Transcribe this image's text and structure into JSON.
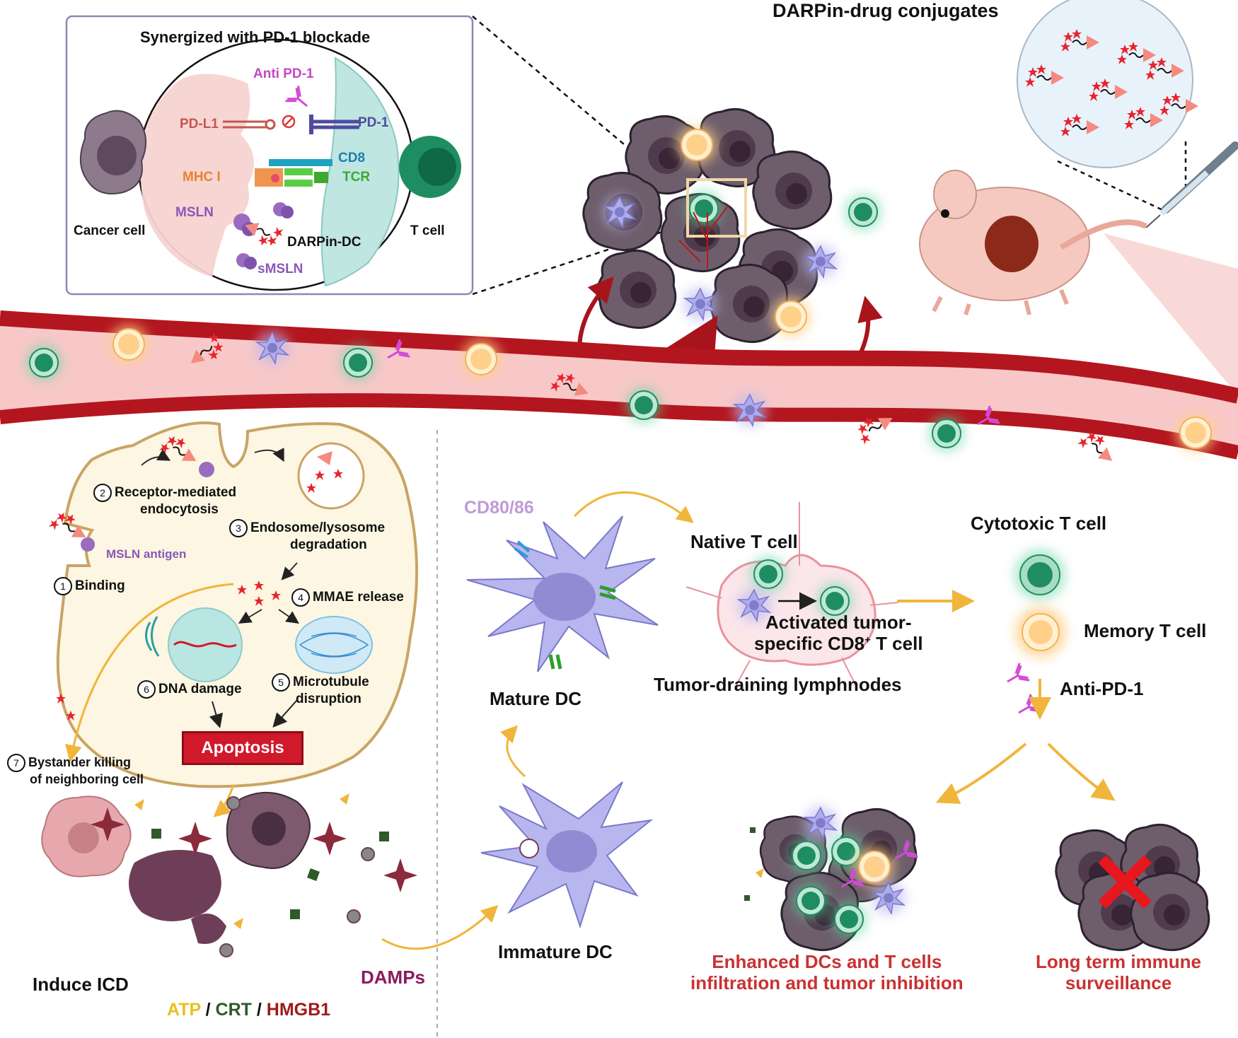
{
  "colors": {
    "vessel_wall": "#b3161f",
    "vessel_lumen": "#f8c8c8",
    "arrow_gold": "#f0b53a",
    "t_cell": "#1e8e62",
    "memory_cell": "#ffd089",
    "dc": "#b8b6ee",
    "cancer": "#6e5a6e",
    "drug": "#e8232c",
    "antibody": "#d24ad8",
    "red_text": "#c93232",
    "dark_text": "#111111"
  },
  "header": {
    "conjugates_title": "DARPin-drug conjugates",
    "inset_title": "Synergized with PD-1 blockade"
  },
  "inset": {
    "anti_pd1": "Anti PD-1",
    "pdl1": "PD-L1",
    "pd1": "PD-1",
    "cd8": "CD8",
    "mhc1": "MHC I",
    "tcr": "TCR",
    "msln": "MSLN",
    "darpin_dc": "DARPin-DC",
    "smsln": "sMSLN",
    "cancer_cell": "Cancer cell",
    "t_cell": "T cell"
  },
  "mechanism": {
    "step1": {
      "num": "1",
      "label": "Binding"
    },
    "msln_antigen": "MSLN antigen",
    "step2": {
      "num": "2",
      "line1": "Receptor-mediated",
      "line2": "endocytosis"
    },
    "step3": {
      "num": "3",
      "line1": "Endosome/lysosome",
      "line2": "degradation"
    },
    "step4": {
      "num": "4",
      "label": "MMAE release"
    },
    "step5": {
      "num": "5",
      "line1": "Microtubule",
      "line2": "disruption"
    },
    "step6": {
      "num": "6",
      "label": "DNA damage"
    },
    "step7": {
      "num": "7",
      "line1": "Bystander killing",
      "line2": "of neighboring cell"
    },
    "apoptosis": "Apoptosis"
  },
  "icd": {
    "label": "Induce ICD",
    "damps": "DAMPs",
    "atp": "ATP",
    "sep1": " / ",
    "crt": "CRT",
    "sep2": " / ",
    "hmgb1": "HMGB1"
  },
  "dc": {
    "cd80_86": "CD80/86",
    "mature": "Mature DC",
    "immature": "Immature DC"
  },
  "lymph": {
    "native_t": "Native T cell",
    "activated_line1": "Activated tumor-",
    "activated_line2_pre": "specific CD8",
    "activated_sup": "+",
    "activated_line2_post": " T cell",
    "node_label": "Tumor-draining lymphnodes"
  },
  "outcome": {
    "cytotoxic": "Cytotoxic T cell",
    "memory": "Memory T cell",
    "anti_pd1": "Anti-PD-1",
    "enhanced_line1": "Enhanced DCs and T cells",
    "enhanced_line2": "infiltration and tumor inhibition",
    "longterm_line1": "Long term immune",
    "longterm_line2": "surveillance",
    "x_mark": "✕"
  }
}
